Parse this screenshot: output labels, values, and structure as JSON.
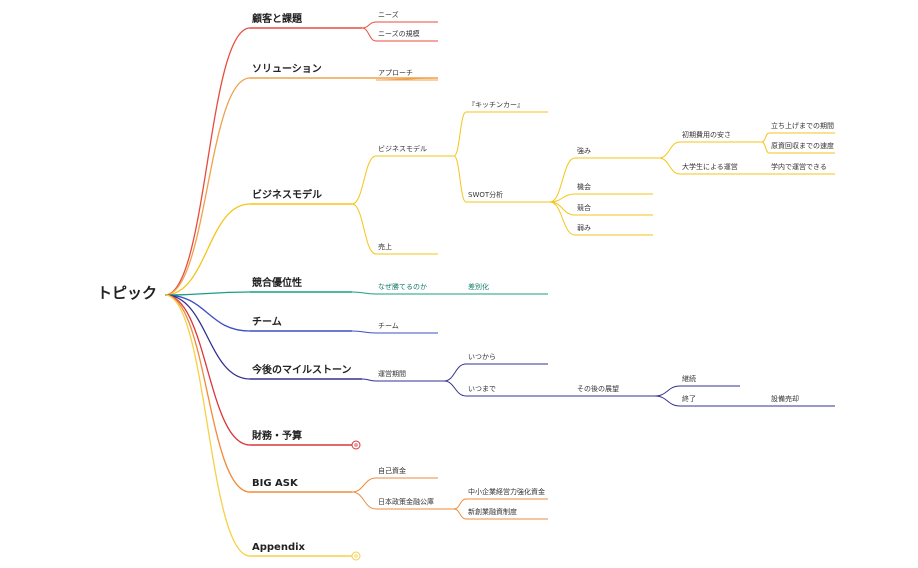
{
  "colors": {
    "red": "#e74c3c",
    "orange": "#f0a04b",
    "yellow": "#f5c518",
    "teal": "#1a9e84",
    "blue": "#3d4fc4",
    "navy": "#33308e",
    "darkred": "#d9363e",
    "orange2": "#ef8b3b",
    "yellow2": "#f7d046"
  },
  "root": {
    "id": "root",
    "label": "トピック"
  },
  "nodes": [
    {
      "id": "n1",
      "label": "顧客と課題",
      "color": "red",
      "level": 1,
      "parent": "root"
    },
    {
      "id": "n1a",
      "label": "ニーズ",
      "color": "red",
      "level": 2,
      "parent": "n1"
    },
    {
      "id": "n1b",
      "label": "ニーズの規模",
      "color": "red",
      "level": 2,
      "parent": "n1"
    },
    {
      "id": "n2",
      "label": "ソリューション",
      "color": "orange",
      "level": 1,
      "parent": "root"
    },
    {
      "id": "n2a",
      "label": "アプローチ",
      "color": "orange",
      "level": 2,
      "parent": "n2"
    },
    {
      "id": "n3",
      "label": "ビジネスモデル",
      "color": "yellow",
      "level": 1,
      "parent": "root"
    },
    {
      "id": "n3a",
      "label": "ビジネスモデル",
      "color": "yellow",
      "level": 2,
      "parent": "n3"
    },
    {
      "id": "n3a1",
      "label": "『キッチンカー』",
      "color": "yellow",
      "level": 3,
      "parent": "n3a"
    },
    {
      "id": "n3a2",
      "label": "SWOT分析",
      "color": "yellow",
      "level": 3,
      "parent": "n3a"
    },
    {
      "id": "n3s",
      "label": "強み",
      "color": "yellow",
      "level": 4,
      "parent": "n3a2"
    },
    {
      "id": "n3s1",
      "label": "初期費用の安さ",
      "color": "yellow",
      "level": 5,
      "parent": "n3s"
    },
    {
      "id": "n3s1a",
      "label": "立ち上げまでの期間",
      "color": "yellow",
      "level": 6,
      "parent": "n3s1"
    },
    {
      "id": "n3s1b",
      "label": "原資回収までの速度",
      "color": "yellow",
      "level": 6,
      "parent": "n3s1"
    },
    {
      "id": "n3s2",
      "label": "大学生による運営",
      "color": "yellow",
      "level": 5,
      "parent": "n3s"
    },
    {
      "id": "n3s2a",
      "label": "学内で運営できる",
      "color": "yellow",
      "level": 6,
      "parent": "n3s2"
    },
    {
      "id": "n3o",
      "label": "機会",
      "color": "yellow",
      "level": 4,
      "parent": "n3a2"
    },
    {
      "id": "n3c",
      "label": "競合",
      "color": "yellow",
      "level": 4,
      "parent": "n3a2"
    },
    {
      "id": "n3w",
      "label": "弱み",
      "color": "yellow",
      "level": 4,
      "parent": "n3a2"
    },
    {
      "id": "n3b",
      "label": "売上",
      "color": "yellow",
      "level": 2,
      "parent": "n3"
    },
    {
      "id": "n4",
      "label": "競合優位性",
      "color": "teal",
      "level": 1,
      "parent": "root"
    },
    {
      "id": "n4a",
      "label": "なぜ勝てるのか",
      "color": "teal",
      "level": 2,
      "parent": "n4"
    },
    {
      "id": "n4a1",
      "label": "差別化",
      "color": "teal",
      "level": 3,
      "parent": "n4a"
    },
    {
      "id": "n5",
      "label": "チーム",
      "color": "blue",
      "level": 1,
      "parent": "root"
    },
    {
      "id": "n5a",
      "label": "チーム",
      "color": "blue",
      "level": 2,
      "parent": "n5"
    },
    {
      "id": "n6",
      "label": "今後のマイルストーン",
      "color": "navy",
      "level": 1,
      "parent": "root"
    },
    {
      "id": "n6a",
      "label": "運営期間",
      "color": "navy",
      "level": 2,
      "parent": "n6"
    },
    {
      "id": "n6a1",
      "label": "いつから",
      "color": "navy",
      "level": 3,
      "parent": "n6a"
    },
    {
      "id": "n6a2",
      "label": "いつまで",
      "color": "navy",
      "level": 3,
      "parent": "n6a"
    },
    {
      "id": "n6a2a",
      "label": "その後の展望",
      "color": "navy",
      "level": 4,
      "parent": "n6a2"
    },
    {
      "id": "n6c",
      "label": "継続",
      "color": "navy",
      "level": 5,
      "parent": "n6a2a"
    },
    {
      "id": "n6e",
      "label": "終了",
      "color": "navy",
      "level": 5,
      "parent": "n6a2a"
    },
    {
      "id": "n6e1",
      "label": "設備売却",
      "color": "navy",
      "level": 6,
      "parent": "n6e"
    },
    {
      "id": "n7",
      "label": "財務・予算",
      "color": "darkred",
      "level": 1,
      "parent": "root",
      "collapsed": true
    },
    {
      "id": "n8",
      "label": "BIG ASK",
      "color": "orange2",
      "level": 1,
      "parent": "root"
    },
    {
      "id": "n8a",
      "label": "自己資金",
      "color": "orange2",
      "level": 2,
      "parent": "n8"
    },
    {
      "id": "n8b",
      "label": "日本政策金融公庫",
      "color": "orange2",
      "level": 2,
      "parent": "n8"
    },
    {
      "id": "n8b1",
      "label": "中小企業経営力強化資金",
      "color": "orange2",
      "level": 3,
      "parent": "n8b"
    },
    {
      "id": "n8b2",
      "label": "新創業融資制度",
      "color": "orange2",
      "level": 3,
      "parent": "n8b"
    },
    {
      "id": "n9",
      "label": "Appendix",
      "color": "yellow2",
      "level": 1,
      "parent": "root",
      "collapsed": true
    }
  ]
}
